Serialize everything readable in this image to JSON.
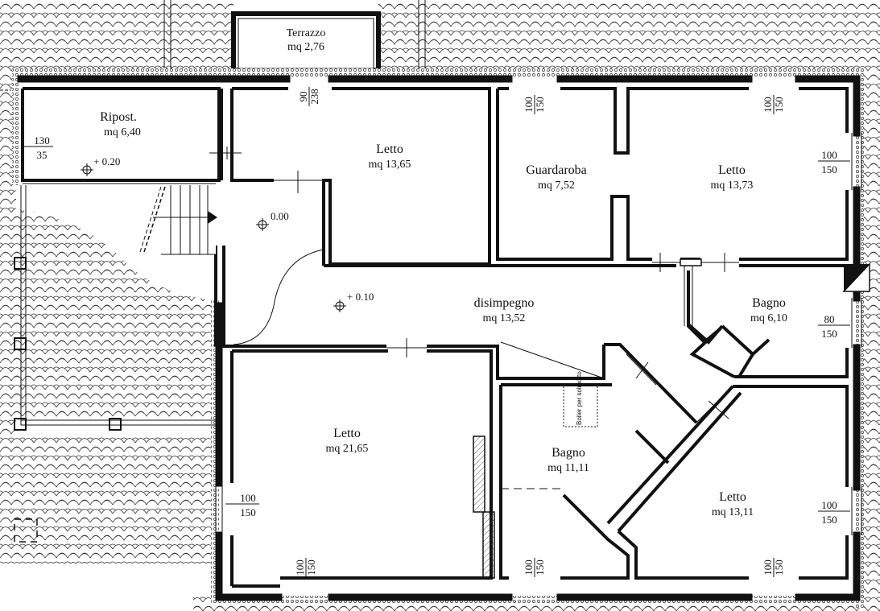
{
  "rooms": [
    {
      "id": "terrazzo",
      "name": "Terrazzo",
      "area": "mq 2,76"
    },
    {
      "id": "ripost",
      "name": "Ripost.",
      "area": "mq 6,40"
    },
    {
      "id": "letto1",
      "name": "Letto",
      "area": "mq 13,65"
    },
    {
      "id": "guardaroba",
      "name": "Guardaroba",
      "area": "mq 7,52"
    },
    {
      "id": "letto2",
      "name": "Letto",
      "area": "mq 13,73"
    },
    {
      "id": "disimpegno",
      "name": "disimpegno",
      "area": "mq 13,52"
    },
    {
      "id": "bagno1",
      "name": "Bagno",
      "area": "mq 6,10"
    },
    {
      "id": "letto3",
      "name": "Letto",
      "area": "mq 21,65"
    },
    {
      "id": "bagno2",
      "name": "Bagno",
      "area": "mq 11,11"
    },
    {
      "id": "letto4",
      "name": "Letto",
      "area": "mq 13,11"
    }
  ],
  "levels": {
    "ripost": "+ 0.20",
    "stair": "0.00",
    "disimpegno": "+ 0.10"
  },
  "openings": {
    "terrazzo_door": {
      "top": "90",
      "bottom": "238"
    },
    "letto1_top": {
      "top": "100",
      "bottom": "150"
    },
    "letto2_top": {
      "top": "100",
      "bottom": "150"
    },
    "letto2_right": {
      "top": "100",
      "bottom": "150"
    },
    "ripost_left": {
      "top": "130",
      "bottom": "35"
    },
    "bagno1_right": {
      "top": "80",
      "bottom": "150"
    },
    "letto3_left": {
      "top": "100",
      "bottom": "150"
    },
    "letto3_bottom": {
      "top": "100",
      "bottom": "150"
    },
    "bagno2_bottom": {
      "top": "100",
      "bottom": "150"
    },
    "letto4_bottom": {
      "top": "100",
      "bottom": "150"
    },
    "letto4_right": {
      "top": "100",
      "bottom": "150"
    }
  },
  "boiler_label": "Boiler per solmotto"
}
